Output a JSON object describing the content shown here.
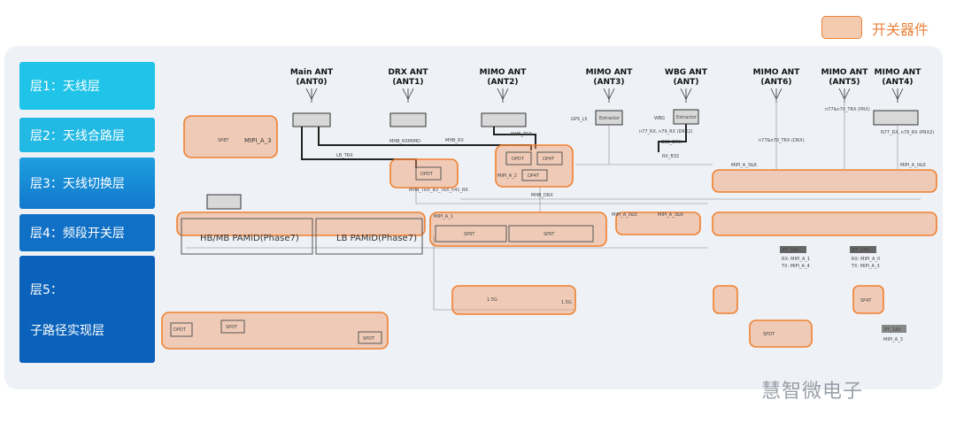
{
  "legend": {
    "label": "开关器件",
    "color": "#e8823a"
  },
  "layers": [
    {
      "label": "层1：天线层",
      "color": "#1fc4e8"
    },
    {
      "label": "层2：天线合路层",
      "color": "#22b9e4"
    },
    {
      "label": "层3：天线切换层",
      "color": "#1487d6"
    },
    {
      "label": "层4：频段开关层",
      "color": "#0f70c6"
    },
    {
      "label": "层5：",
      "label2": "子路径实现层",
      "color": "#0b62bb"
    }
  ],
  "antennas": [
    {
      "name": "Main ANT",
      "id": "(ANT0)"
    },
    {
      "name": "DRX ANT",
      "id": "(ANT1)"
    },
    {
      "name": "MIMO ANT",
      "id": "(ANT2)"
    },
    {
      "name": "MIMO ANT",
      "id": "(ANT3)"
    },
    {
      "name": "WBG ANT",
      "id": "(ANT)"
    },
    {
      "name": "MIMO ANT",
      "id": "(ANT6)"
    },
    {
      "name": "MIMO ANT",
      "id": "(ANT5)"
    },
    {
      "name": "MIMO ANT",
      "id": "(ANT4)"
    }
  ],
  "blocks": {
    "sp8t": "SP8T",
    "mipi_a_3": "MIPI_A_3",
    "dpdt": "DPDT",
    "dp4t": "DP4T",
    "mipi_a_2": "MIPI_A_2",
    "hbmb_pamid": "HB/MB PAMiD(Phase7)",
    "lb_pamid": "LB PAMiD(Phase7)",
    "mipi_a_1": "MIPI_A_1",
    "sp6t": "SP6T",
    "mipi_a_05": "MIPI_A_0&5",
    "mipi_a_36": "MIPI_A_3&6",
    "extractor": "Extractor",
    "spdt": "SPDT",
    "sp4t": "SP4T",
    "et_1a1": "ET_1A1",
    "et_1a0": "ET_1A0",
    "rx_a1": "RX: MIPI_A_1",
    "tx_a4": "TX: MIPI_A_4",
    "rx_a0": "RX: MIPI_A_0",
    "tx_a3": "TX: MIPI_A_3",
    "g15": "1.5G"
  },
  "signals": {
    "lb_trx": "LB_TRX",
    "mhb_rxmimo": "MHB_RXMIMO",
    "mhb_rx": "MHB_RX",
    "mhb_trx": "MHB_TRX",
    "mhb_drx": "MHB_DRX",
    "gps": "GPS_L5",
    "wbg": "WBG",
    "b32_drx": "B32_DRX",
    "rx_b32": "RX_B32",
    "n77_drx2": "n77_RX, n79_RX (DRX2)",
    "n77_prx2": "N77_RX, n79_RX (PRX2)",
    "n77_drx": "n77&n79_TRX (DRX)",
    "n77_prx": "n77&n79_TRX (PRX)",
    "mhb_trx_b3": "MHB_TRX_B3_TRX_n41_RX"
  },
  "watermark": "慧智微电子"
}
